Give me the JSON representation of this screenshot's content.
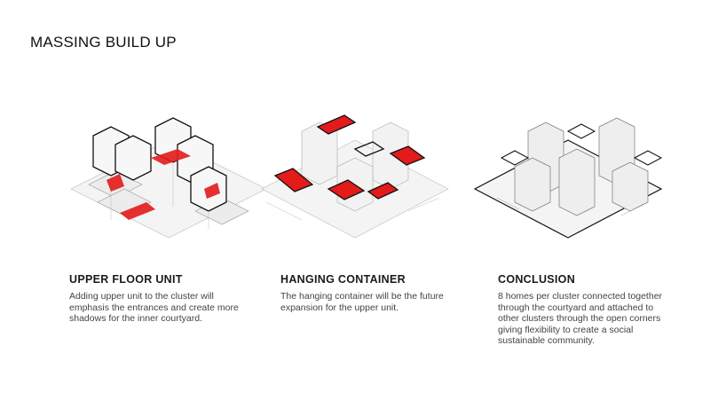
{
  "page": {
    "title": "MASSING BUILD UP"
  },
  "colors": {
    "accent": "#e31b1b",
    "mass": "#f1f1f1",
    "outline": "#111111",
    "text": "#444444"
  },
  "panels": [
    {
      "heading": "UPPER FLOOR UNIT",
      "body": "Adding upper unit to the cluster will emphasis the entrances and create more shadows for the inner courtyard."
    },
    {
      "heading": "HANGING CONTAINER",
      "body": "The hanging container will be the future expansion for the upper unit."
    },
    {
      "heading": "CONCLUSION",
      "body": "8 homes per cluster connected together through the courtyard and attached to other clusters through the open corners giving flexibility to create a social sustainable community."
    }
  ]
}
